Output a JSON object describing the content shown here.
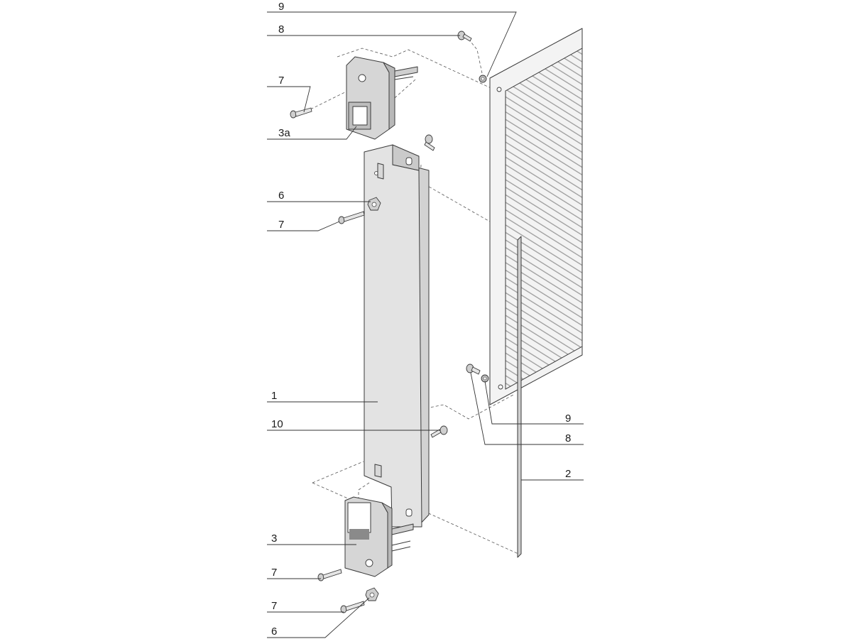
{
  "diagram": {
    "callouts": [
      {
        "id": "c9-top",
        "text": "9"
      },
      {
        "id": "c8-top",
        "text": "8"
      },
      {
        "id": "c7-a",
        "text": "7"
      },
      {
        "id": "c3a",
        "text": "3a"
      },
      {
        "id": "c6-top",
        "text": "6"
      },
      {
        "id": "c7-b",
        "text": "7"
      },
      {
        "id": "c1",
        "text": "1"
      },
      {
        "id": "c10",
        "text": "10"
      },
      {
        "id": "c9-right",
        "text": "9"
      },
      {
        "id": "c8-right",
        "text": "8"
      },
      {
        "id": "c2",
        "text": "2"
      },
      {
        "id": "c3",
        "text": "3"
      },
      {
        "id": "c7-c",
        "text": "7"
      },
      {
        "id": "c7-d",
        "text": "7"
      },
      {
        "id": "c6-bottom",
        "text": "6"
      }
    ]
  },
  "colors": {
    "panel_fill": "#e3e3e3",
    "handle_fill": "#d6d6d6",
    "handle_dark": "#9a9a9a",
    "hatch": "#9c9c9c",
    "outline": "#3a3a3a"
  }
}
